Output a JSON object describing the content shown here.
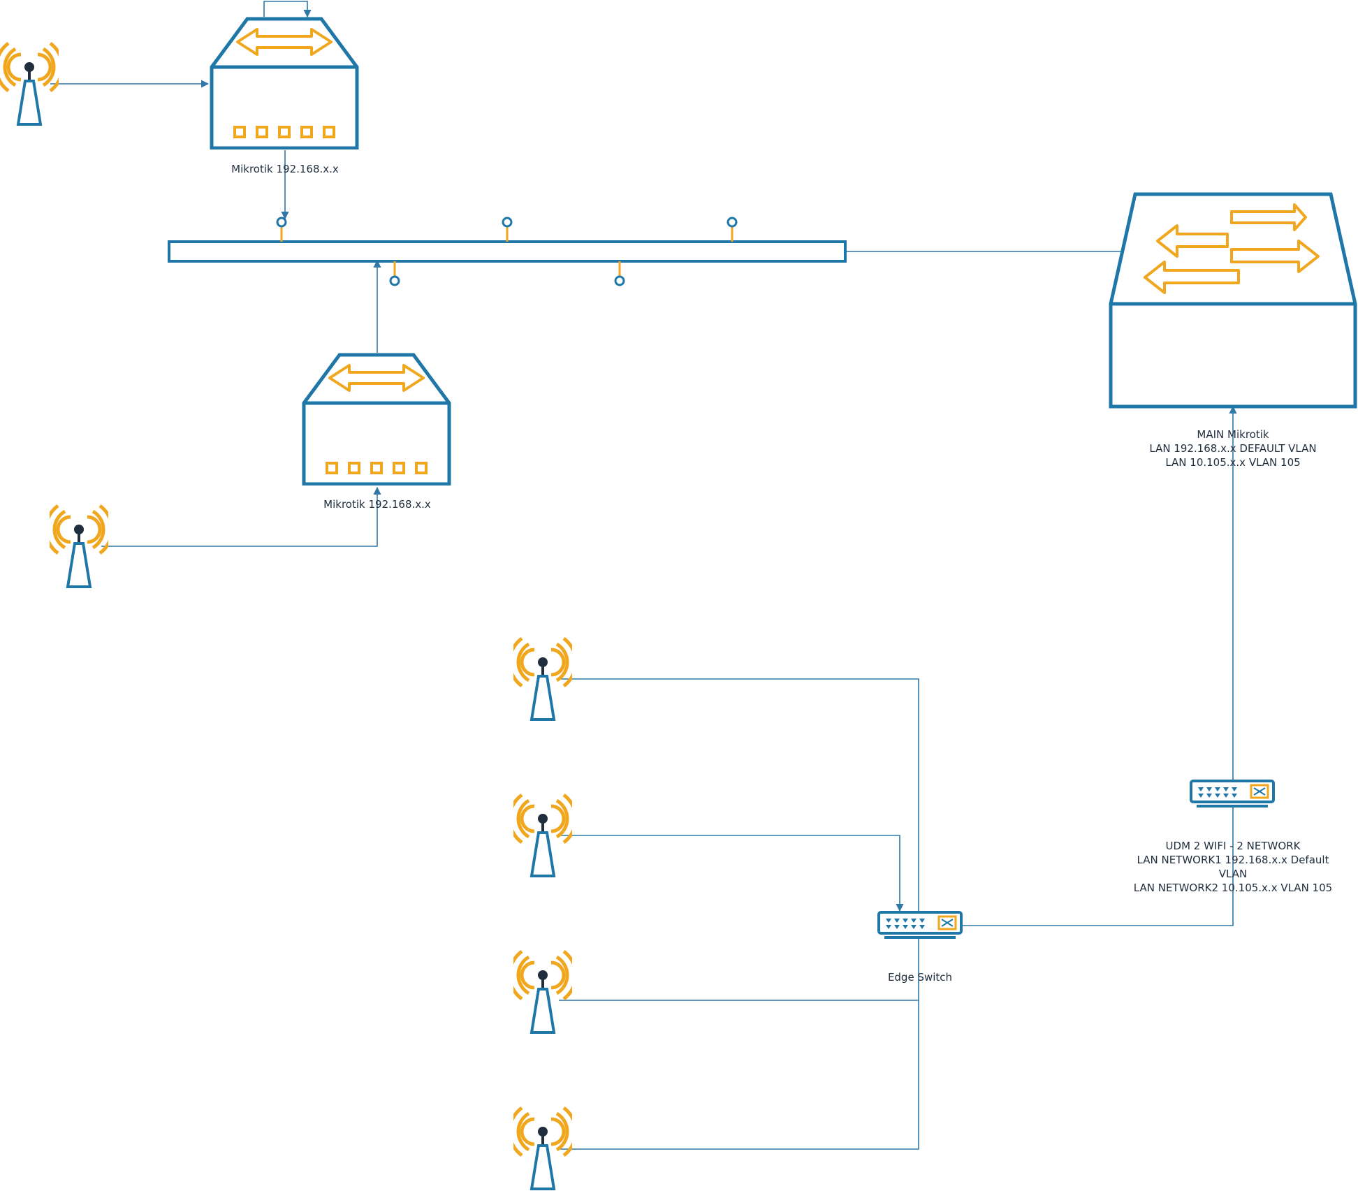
{
  "colors": {
    "device_stroke": "#1f77a8",
    "accent": "#f0a71e",
    "link": "#2f78a8",
    "tower": "#1f77a8",
    "text": "#1f2d3d"
  },
  "icons": {
    "router": "router-icon",
    "core_router": "core-router-icon",
    "switch": "switch-icon",
    "access_point": "wifi-tower-icon",
    "bus": "network-bus"
  },
  "labels": {
    "mikrotik_top": "Mikrotik 192.168.x.x",
    "mikrotik_mid": "Mikrotik 192.168.x.x",
    "main_mikrotik": {
      "lines": [
        "MAIN Mikrotik",
        "LAN 192.168.x.x DEFAULT VLAN",
        "LAN 10.105.x.x VLAN 105"
      ]
    },
    "udm": {
      "lines": [
        "UDM 2 WIFI - 2 NETWORK",
        "LAN NETWORK1 192.168.x.x Default",
        "VLAN",
        "LAN NETWORK2 10.105.x.x VLAN 105"
      ]
    },
    "edge_switch": "Edge Switch"
  }
}
